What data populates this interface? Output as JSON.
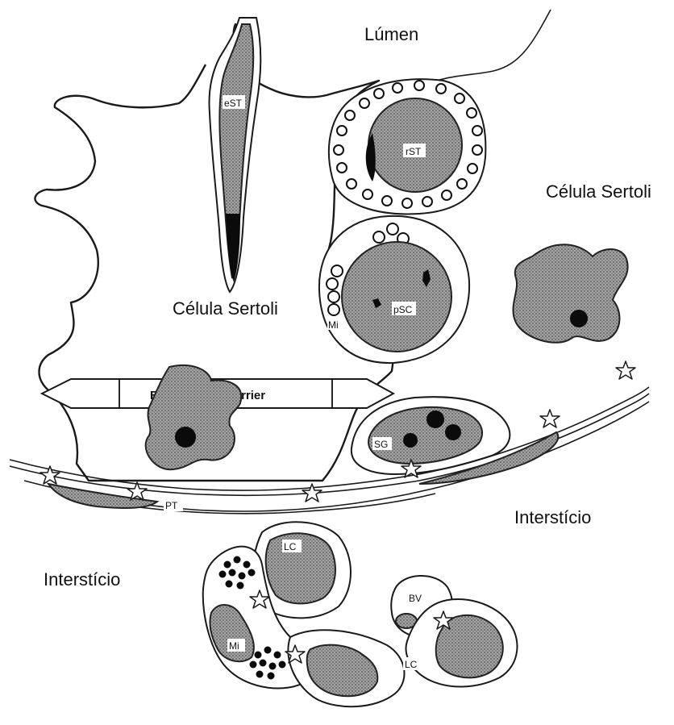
{
  "captions": {
    "lumen": "Lúmen",
    "sertoli_right": "Célula Sertoli",
    "sertoli_left": "Célula Sertoli",
    "interstitium_right": "Interstício",
    "interstitium_left": "Interstício"
  },
  "labels": {
    "est": "eST",
    "rst": "rST",
    "psc": "pSC",
    "mi_sertoli": "Mi",
    "barrier": "Blood-Testis Barrier",
    "sg": "SG",
    "pt": "PT",
    "lc_top": "LC",
    "mi_interstitium": "Mi",
    "bv": "BV",
    "lc_right": "LC"
  }
}
